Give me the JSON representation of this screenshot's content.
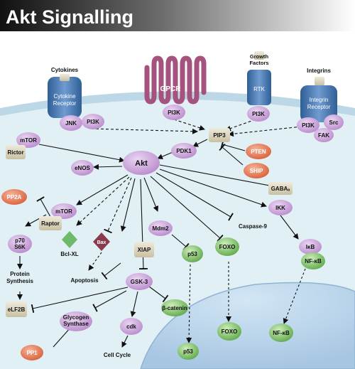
{
  "title": "Akt Signalling",
  "colors": {
    "cytoplasm": "#dfeff4",
    "membrane": "#bcd8e6",
    "nucleus": "#b9d4ea",
    "receptor": "#3a6ea8",
    "gpcr": "#a6527e",
    "kinase_purple": "#c79ad6",
    "inhibitor_red": "#e0704a",
    "green_node": "#7fbd6a",
    "tan_node": "#d9d0b4",
    "bax_diamond": "#8a3a4a",
    "bclxl_diamond": "#6fb96a"
  },
  "labels": {
    "cytokines": "Cytokines",
    "cytokine_receptor": "Cytokine Receptor",
    "growth_factors": "Growth Factors",
    "rtk": "RTK",
    "integrins": "Integrins",
    "integrin_receptor": "Integrin Receptor",
    "gpcr": "GPCR",
    "jnk": "JNK",
    "pi3k_1": "PI3K",
    "pi3k_2": "PI3K",
    "pi3k_3": "PI3K",
    "pi3k_4": "PI3K",
    "src": "Src",
    "fak": "FAK",
    "pip3": "PIP3",
    "pdk1": "PDK1",
    "pten": "PTEN",
    "ship": "SHIP",
    "mtor_top": "mTOR",
    "rictor": "Rictor",
    "akt": "Akt",
    "enos": "eNOS",
    "gaba": "GABAₐ",
    "pp2a": "PP2A",
    "mtor": "mTOR",
    "raptor": "Raptor",
    "p70s6k": "p70 S6K",
    "bclxl": "Bcl-XL",
    "bax": "Bax",
    "xiap": "XIAP",
    "mdm2": "Mdm2",
    "p53_cyto": "p53",
    "foxo_cyto": "FOXO",
    "caspase9": "Caspase-9",
    "ikk": "IKK",
    "ikb": "IκB",
    "nfkb_cyto": "NF-κB",
    "protein_synthesis": "Protein Synthesis",
    "apoptosis": "Apoptosis",
    "gsk3": "GSK-3",
    "beta_catenin": "β-catenin",
    "eif2b": "eLF2B",
    "glycogen_synthase": "Glycogen Synthase",
    "cdk": "cdk",
    "cell_cycle": "Cell Cycle",
    "pp1": "PP1",
    "foxo_nuc": "FOXO",
    "nfkb_nuc": "NF-κB",
    "p53_nuc": "p53"
  }
}
